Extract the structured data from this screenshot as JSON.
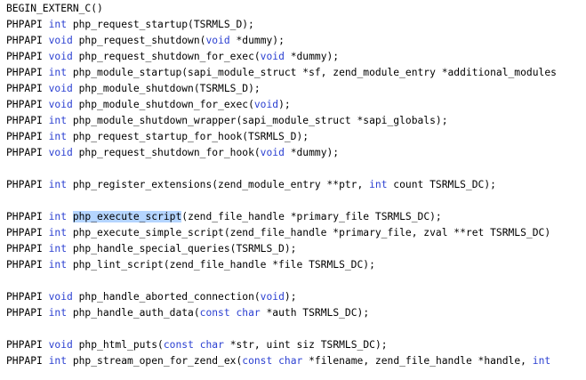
{
  "colors": {
    "keyword": "#2a3fd1",
    "text": "#000000",
    "selection": "#b5d5ff",
    "background": "#ffffff"
  },
  "code": {
    "lines": [
      [
        {
          "t": "BEGIN_EXTERN_C()"
        }
      ],
      [
        {
          "t": "PHPAPI "
        },
        {
          "t": "int",
          "k": "kw"
        },
        {
          "t": " php_request_startup(TSRMLS_D);"
        }
      ],
      [
        {
          "t": "PHPAPI "
        },
        {
          "t": "void",
          "k": "kw"
        },
        {
          "t": " php_request_shutdown("
        },
        {
          "t": "void",
          "k": "kw"
        },
        {
          "t": " *dummy);"
        }
      ],
      [
        {
          "t": "PHPAPI "
        },
        {
          "t": "void",
          "k": "kw"
        },
        {
          "t": " php_request_shutdown_for_exec("
        },
        {
          "t": "void",
          "k": "kw"
        },
        {
          "t": " *dummy);"
        }
      ],
      [
        {
          "t": "PHPAPI "
        },
        {
          "t": "int",
          "k": "kw"
        },
        {
          "t": " php_module_startup(sapi_module_struct *sf, zend_module_entry *additional_modules"
        }
      ],
      [
        {
          "t": "PHPAPI "
        },
        {
          "t": "void",
          "k": "kw"
        },
        {
          "t": " php_module_shutdown(TSRMLS_D);"
        }
      ],
      [
        {
          "t": "PHPAPI "
        },
        {
          "t": "void",
          "k": "kw"
        },
        {
          "t": " php_module_shutdown_for_exec("
        },
        {
          "t": "void",
          "k": "kw"
        },
        {
          "t": ");"
        }
      ],
      [
        {
          "t": "PHPAPI "
        },
        {
          "t": "int",
          "k": "kw"
        },
        {
          "t": " php_module_shutdown_wrapper(sapi_module_struct *sapi_globals);"
        }
      ],
      [
        {
          "t": "PHPAPI "
        },
        {
          "t": "int",
          "k": "kw"
        },
        {
          "t": " php_request_startup_for_hook(TSRMLS_D);"
        }
      ],
      [
        {
          "t": "PHPAPI "
        },
        {
          "t": "void",
          "k": "kw"
        },
        {
          "t": " php_request_shutdown_for_hook("
        },
        {
          "t": "void",
          "k": "kw"
        },
        {
          "t": " *dummy);"
        }
      ],
      [],
      [
        {
          "t": "PHPAPI "
        },
        {
          "t": "int",
          "k": "kw"
        },
        {
          "t": " php_register_extensions(zend_module_entry **ptr, "
        },
        {
          "t": "int",
          "k": "kw"
        },
        {
          "t": " count TSRMLS_DC);"
        }
      ],
      [],
      [
        {
          "t": "PHPAPI "
        },
        {
          "t": "int",
          "k": "kw"
        },
        {
          "t": " "
        },
        {
          "t": "php_execute_script",
          "k": "sel"
        },
        {
          "t": "(zend_file_handle *primary_file TSRMLS_DC);"
        }
      ],
      [
        {
          "t": "PHPAPI "
        },
        {
          "t": "int",
          "k": "kw"
        },
        {
          "t": " php_execute_simple_script(zend_file_handle *primary_file, zval **ret TSRMLS_DC)"
        }
      ],
      [
        {
          "t": "PHPAPI "
        },
        {
          "t": "int",
          "k": "kw"
        },
        {
          "t": " php_handle_special_queries(TSRMLS_D);"
        }
      ],
      [
        {
          "t": "PHPAPI "
        },
        {
          "t": "int",
          "k": "kw"
        },
        {
          "t": " php_lint_script(zend_file_handle *file TSRMLS_DC);"
        }
      ],
      [],
      [
        {
          "t": "PHPAPI "
        },
        {
          "t": "void",
          "k": "kw"
        },
        {
          "t": " php_handle_aborted_connection("
        },
        {
          "t": "void",
          "k": "kw"
        },
        {
          "t": ");"
        }
      ],
      [
        {
          "t": "PHPAPI "
        },
        {
          "t": "int",
          "k": "kw"
        },
        {
          "t": " php_handle_auth_data("
        },
        {
          "t": "const",
          "k": "kw"
        },
        {
          "t": " "
        },
        {
          "t": "char",
          "k": "kw"
        },
        {
          "t": " *auth TSRMLS_DC);"
        }
      ],
      [],
      [
        {
          "t": "PHPAPI "
        },
        {
          "t": "void",
          "k": "kw"
        },
        {
          "t": " php_html_puts("
        },
        {
          "t": "const",
          "k": "kw"
        },
        {
          "t": " "
        },
        {
          "t": "char",
          "k": "kw"
        },
        {
          "t": " *str, uint siz TSRMLS_DC);"
        }
      ],
      [
        {
          "t": "PHPAPI "
        },
        {
          "t": "int",
          "k": "kw"
        },
        {
          "t": " php_stream_open_for_zend_ex("
        },
        {
          "t": "const",
          "k": "kw"
        },
        {
          "t": " "
        },
        {
          "t": "char",
          "k": "kw"
        },
        {
          "t": " *filename, zend_file_handle *handle, "
        },
        {
          "t": "int",
          "k": "kw"
        }
      ]
    ]
  }
}
